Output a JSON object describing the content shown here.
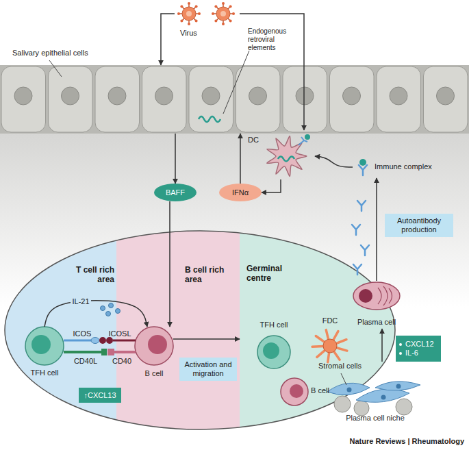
{
  "diagram": {
    "nodes": [
      {
        "text": [
          "Virus"
        ]
      },
      {
        "text": [
          "Salivary epithelial cells"
        ]
      },
      {
        "text": [
          "DC"
        ]
      },
      {
        "text": [
          "BAFF"
        ]
      },
      {
        "text": [
          "IFNα"
        ]
      },
      {
        "text": [
          "T cell rich area"
        ]
      },
      {
        "text": [
          "TFH cell"
        ],
        "in": 5
      },
      {
        "text": [
          "↑CXCL13"
        ],
        "in": 5
      },
      {
        "text": [
          "B cell rich area"
        ]
      },
      {
        "text": [
          "B cell"
        ],
        "in": 8
      },
      {
        "text": [
          "Activation and migration"
        ],
        "in": 8
      },
      {
        "text": [
          "Germinal centre"
        ]
      },
      {
        "text": [
          "TFH cell"
        ],
        "in": 11
      },
      {
        "text": [
          "FDC"
        ],
        "in": 11
      },
      {
        "text": [
          "B cell"
        ],
        "in": 11
      },
      {
        "text": [
          "Immune complex"
        ]
      },
      {
        "text": [
          "Autoantibody production"
        ]
      },
      {
        "text": [
          "Plasma cell"
        ]
      },
      {
        "text": [
          "CXCL12",
          "IL-6"
        ]
      },
      {
        "text": [
          "Stromal cells",
          "Plasma cell niche"
        ]
      }
    ],
    "edges": [
      {
        "from": 0,
        "to": 1,
        "arrow": "to"
      },
      {
        "from": 0,
        "to": 2,
        "arrow": "to"
      },
      {
        "from": 1,
        "to": 3,
        "arrow": "to"
      },
      {
        "from": 3,
        "to": 9,
        "arrow": "to"
      },
      {
        "from": 2,
        "to": 4,
        "arrow": "to"
      },
      {
        "from": 4,
        "to": 1,
        "arrow": "to"
      },
      {
        "from": 6,
        "to": 9,
        "label": "IL-21",
        "arrow": "to"
      },
      {
        "from": 9,
        "to": 11,
        "arrow": "to"
      },
      {
        "from": 19,
        "to": 17,
        "arrow": "to"
      },
      {
        "from": 17,
        "to": 15,
        "arrow": "to"
      },
      {
        "from": 15,
        "to": 2,
        "arrow": "to"
      }
    ],
    "labels": [
      "Endogenous retroviral elements",
      "ICOS",
      "ICOSL",
      "CD40",
      "CD40L",
      "Nature Reviews | Rheumatology"
    ]
  }
}
